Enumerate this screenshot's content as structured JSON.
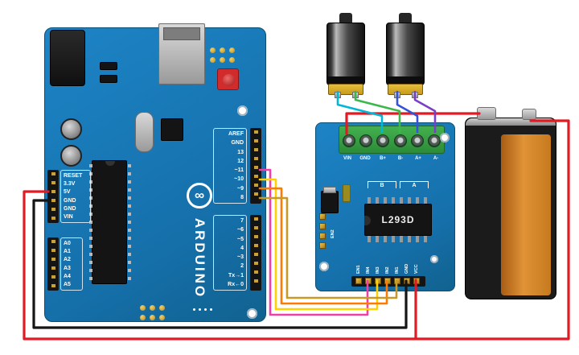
{
  "arduino": {
    "brand": "ARDUINO",
    "logo": "∞",
    "digital_top": [
      "AREF",
      "GND",
      "13",
      "12",
      "~11",
      "~10",
      "~9",
      "8"
    ],
    "digital_bottom": [
      "7",
      "~6",
      "~5",
      "4",
      "~3",
      "2",
      "Tx→1",
      "Rx←0"
    ],
    "power": [
      "RESET",
      "3.3V",
      "5V",
      "GND",
      "GND",
      "VIN"
    ],
    "analog": [
      "A0",
      "A1",
      "A2",
      "A3",
      "A4",
      "A5"
    ]
  },
  "driver": {
    "chip": "L293D",
    "terminals": [
      "VIN",
      "GND",
      "B+",
      "B-",
      "A+",
      "A-"
    ],
    "bottom_pins": [
      "EN1",
      "IN4",
      "IN3",
      "IN2",
      "IN1",
      "GND",
      "VCC"
    ],
    "side_pin": "EN2",
    "group_b": "B",
    "group_a": "A"
  },
  "wires": {
    "red": "#e01b24",
    "black": "#151515",
    "pink": "#f03fa8",
    "yellow": "#fed100",
    "orange": "#ff7a00",
    "gold": "#c79a27",
    "cyan": "#00b7d6",
    "green": "#3cb84a",
    "blue": "#3353d8",
    "purple": "#7a3fc8"
  }
}
